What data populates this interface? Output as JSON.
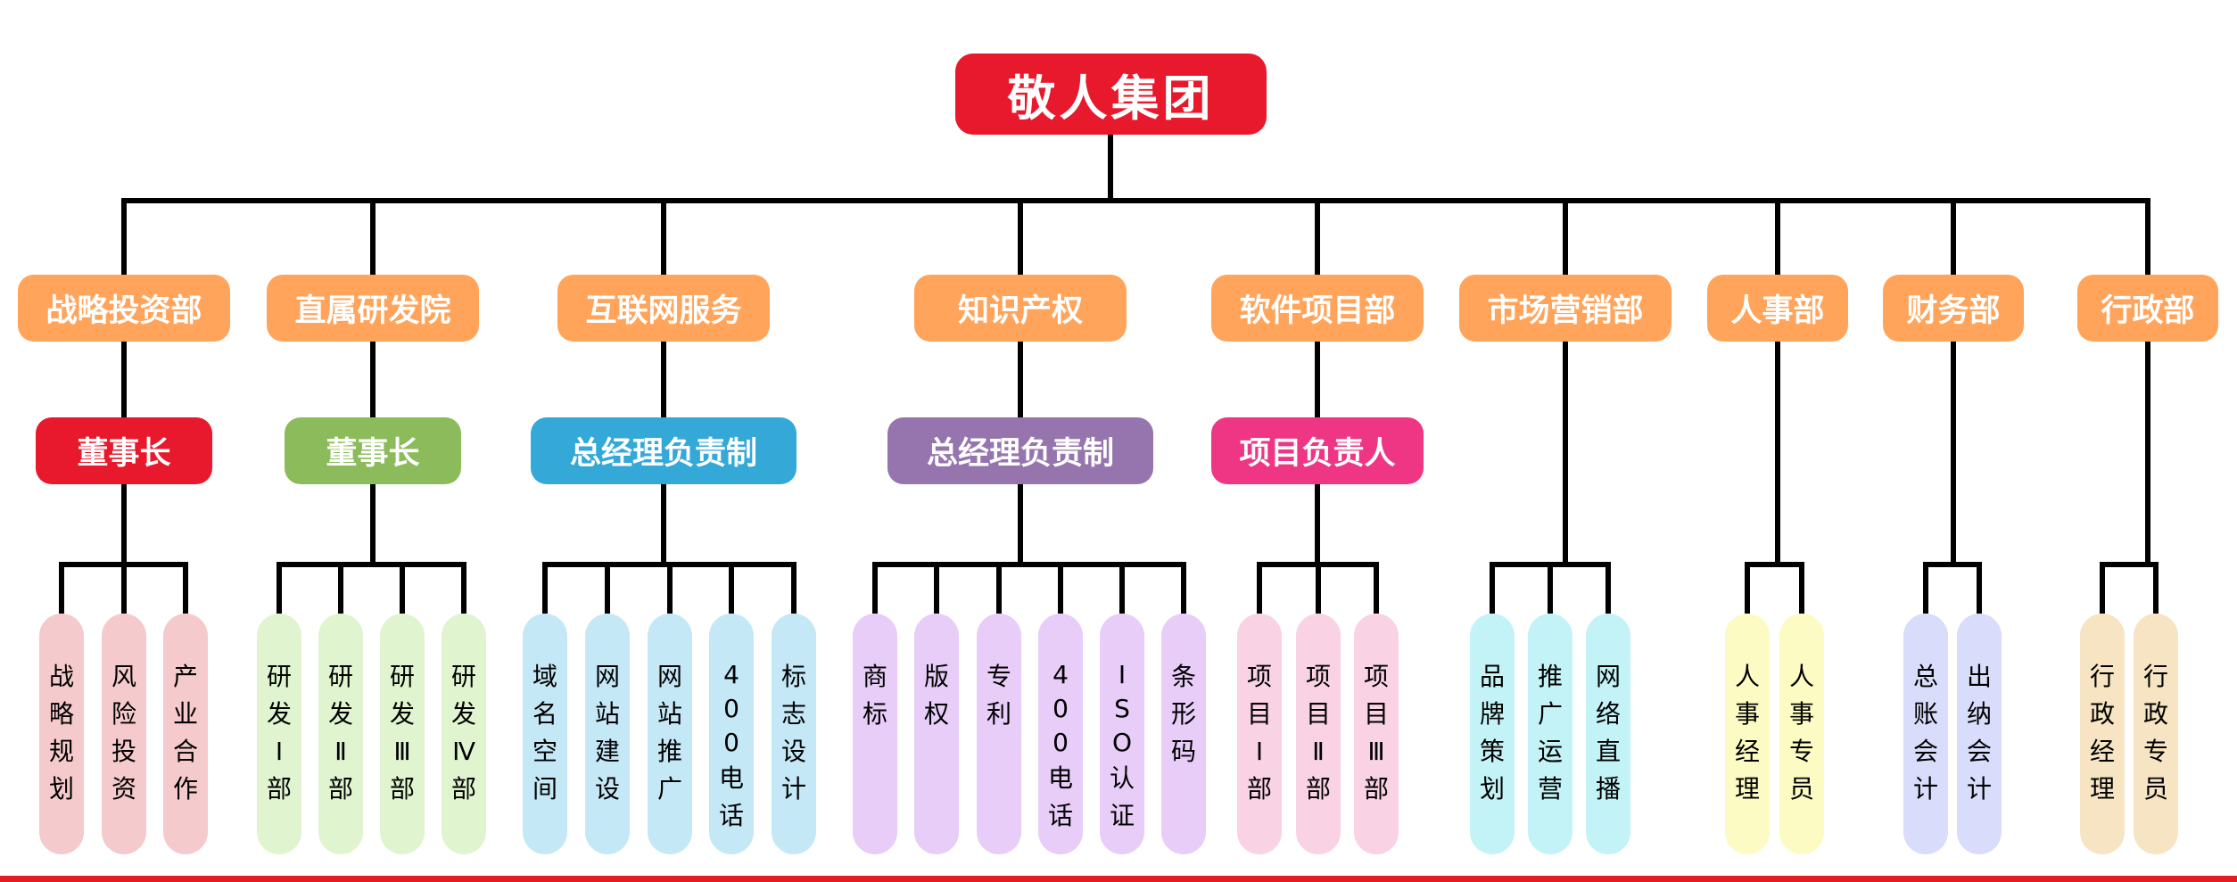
{
  "title": "敬人集团",
  "colors": {
    "root": "#E8192C",
    "dept": "#FFA45A",
    "connector": "#000000",
    "footer": "#E31B23"
  },
  "departments": [
    {
      "name": "战略投资部",
      "manager": {
        "label": "董事长",
        "color": "#E8192C"
      },
      "pill_color": "#F5CACC",
      "units": [
        "战略规划",
        "风险投资",
        "产业合作"
      ]
    },
    {
      "name": "直属研发院",
      "manager": {
        "label": "董事长",
        "color": "#8CBB5C"
      },
      "pill_color": "#E0F5CF",
      "units": [
        "研发Ⅰ部",
        "研发Ⅱ部",
        "研发Ⅲ部",
        "研发Ⅳ部"
      ]
    },
    {
      "name": "互联网服务",
      "manager": {
        "label": "总经理负责制",
        "color": "#34A9D8"
      },
      "pill_color": "#C5E8F7",
      "units": [
        "域名空间",
        "网站建设",
        "网站推广",
        "400电话",
        "标志设计"
      ]
    },
    {
      "name": "知识产权",
      "manager": {
        "label": "总经理负责制",
        "color": "#9675AE"
      },
      "pill_color": "#E7CDF8",
      "units": [
        "商标",
        "版权",
        "专利",
        "400电话",
        "ISO认证",
        "条形码"
      ]
    },
    {
      "name": "软件项目部",
      "manager": {
        "label": "项目负责人",
        "color": "#EE3684"
      },
      "pill_color": "#F9D2E3",
      "units": [
        "项目Ⅰ部",
        "项目Ⅱ部",
        "项目Ⅲ部"
      ]
    },
    {
      "name": "市场营销部",
      "manager": null,
      "pill_color": "#C3F3F6",
      "units": [
        "品牌策划",
        "推广运营",
        "网络直播"
      ]
    },
    {
      "name": "人事部",
      "manager": null,
      "pill_color": "#FBFBC3",
      "units": [
        "人事经理",
        "人事专员"
      ]
    },
    {
      "name": "财务部",
      "manager": null,
      "pill_color": "#D9DCFA",
      "units": [
        "总账会计",
        "出纳会计"
      ]
    },
    {
      "name": "行政部",
      "manager": null,
      "pill_color": "#F6E4C3",
      "units": [
        "行政经理",
        "行政专员"
      ]
    }
  ]
}
